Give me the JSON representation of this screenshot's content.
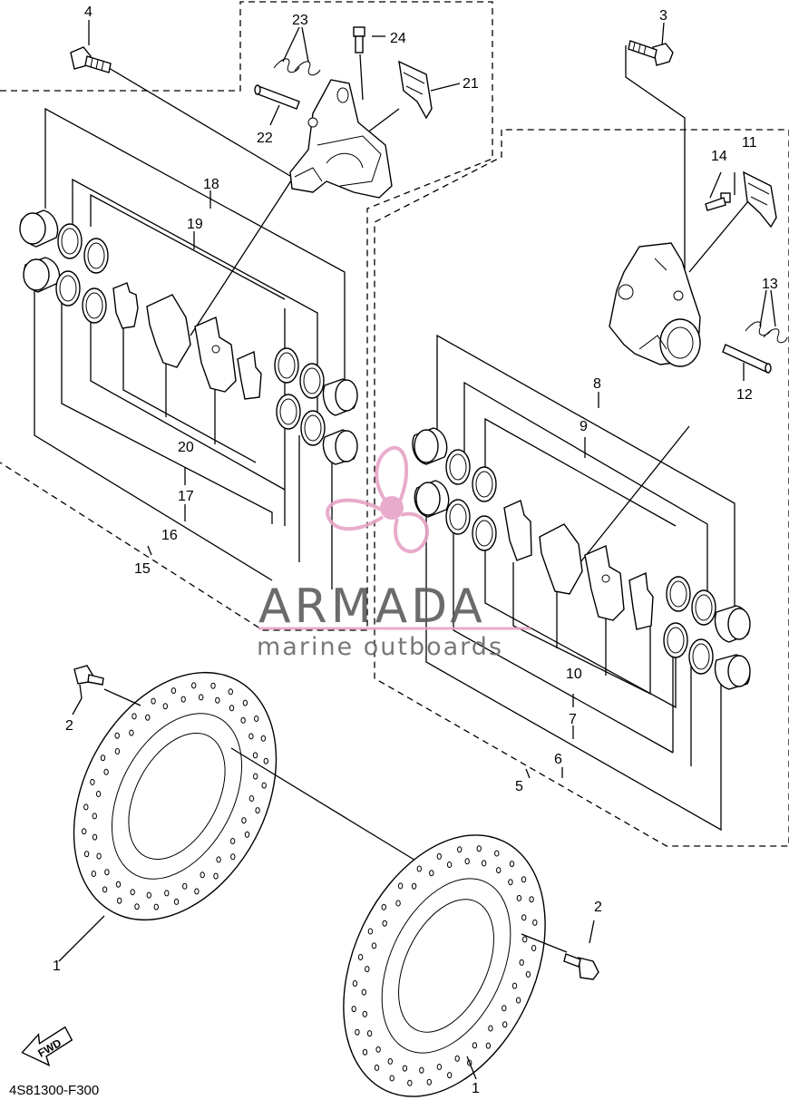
{
  "labels": {
    "l1a": "1",
    "l1b": "1",
    "l2a": "2",
    "l2b": "2",
    "l3": "3",
    "l4": "4",
    "l5": "5",
    "l6": "6",
    "l7": "7",
    "l8": "8",
    "l9": "9",
    "l10": "10",
    "l11": "11",
    "l12": "12",
    "l13": "13",
    "l14": "14",
    "l15": "15",
    "l16": "16",
    "l17": "17",
    "l18": "18",
    "l19": "19",
    "l20": "20",
    "l21": "21",
    "l22": "22",
    "l23": "23",
    "l24": "24"
  },
  "fwd": "FWD",
  "diagram_code": "4S81300-F300",
  "watermark": {
    "brand": "ARMADA",
    "tagline": "marine outboards",
    "color": "#e6a3c6"
  }
}
